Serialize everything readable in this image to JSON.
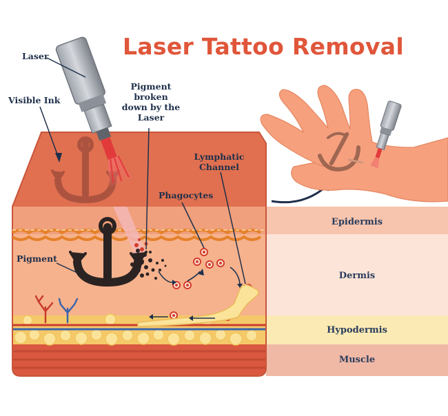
{
  "title": "Laser Tattoo Removal",
  "labels": {
    "laser": "Laser",
    "visible_ink": "Visible Ink",
    "pigment_broken_1": "Pigment",
    "pigment_broken_2": "broken",
    "pigment_broken_3": "down by the",
    "pigment_broken_4": "Laser",
    "lymphatic_1": "Lymphatic",
    "lymphatic_2": "Channel",
    "phagocytes": "Phagocytes",
    "pigment": "Pigment"
  },
  "layers": {
    "epidermis": "Epidermis",
    "dermis": "Dermis",
    "hypodermis": "Hypodermis",
    "muscle": "Muscle"
  },
  "colors": {
    "title": "#e0563a",
    "label": "#1e2f4a",
    "skin_top": "#dd6a48",
    "dermis": "#f6ad87",
    "epidermis_band": "#f0a07c",
    "hypodermis": "#f9d77b",
    "muscle": "#d9583f",
    "pigment": "#2b2322",
    "laser_beam": "#e23a3a",
    "hand": "#f6a07e"
  }
}
